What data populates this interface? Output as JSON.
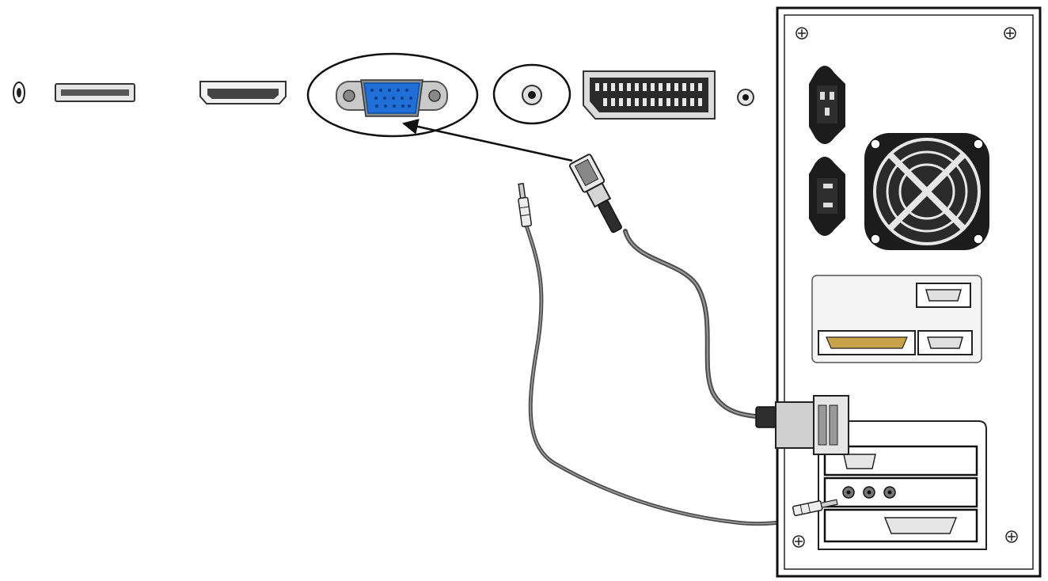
{
  "diagram": {
    "description_free": true,
    "colors": {
      "outline": "#1a1a1a",
      "vga_blue": "#1f6fd6",
      "vga_blue_dark": "#0d4ea8",
      "metal": "#b9b9b9",
      "metal_dark": "#7d7d7d",
      "cable": "#5a5a5a",
      "panel_fill": "#f4f4f4",
      "white": "#ffffff"
    },
    "tv_ports": [
      {
        "id": "audio-jack-left",
        "icon": "audio-jack-icon"
      },
      {
        "id": "usb-port",
        "icon": "usb-port-icon"
      },
      {
        "id": "hdmi-port",
        "icon": "hdmi-port-icon"
      },
      {
        "id": "vga-port",
        "icon": "vga-port-icon",
        "highlighted": true
      },
      {
        "id": "pc-audio-in",
        "icon": "audio-jack-icon",
        "highlighted": true
      },
      {
        "id": "scart-port",
        "icon": "scart-port-icon"
      },
      {
        "id": "audio-jack-right",
        "icon": "audio-jack-icon"
      }
    ],
    "connections": [
      {
        "from": "vga-connector",
        "to": "pc-vga-output",
        "icon": "vga-cable-icon"
      },
      {
        "from": "audio-plug",
        "to": "pc-sound-card-output",
        "icon": "audio-cable-icon"
      }
    ],
    "pc_parts": [
      "power-socket",
      "fan-grille",
      "serial-port",
      "parallel-port",
      "graphics-card",
      "sound-card",
      "expansion-card"
    ]
  }
}
